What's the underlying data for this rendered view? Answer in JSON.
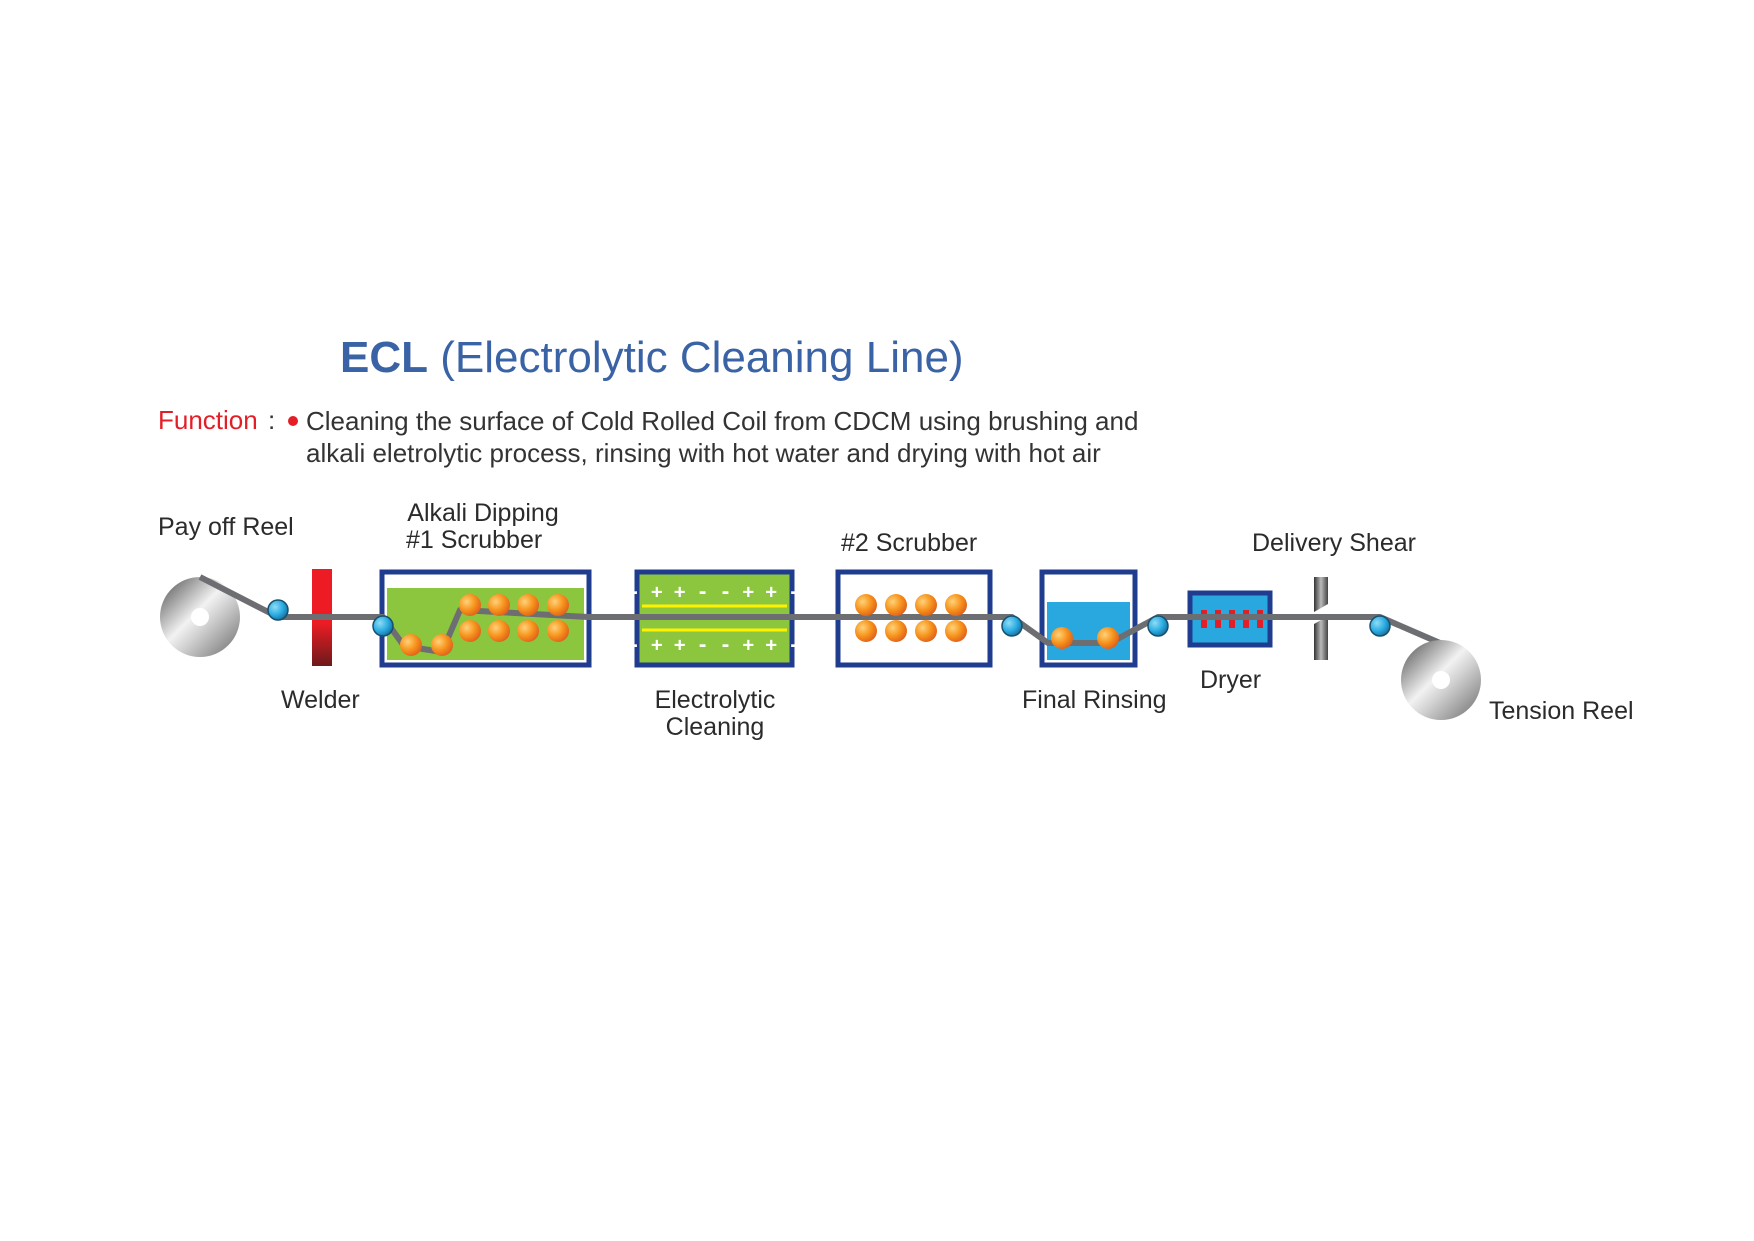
{
  "title": {
    "bold": "ECL",
    "rest": " (Electrolytic Cleaning Line)"
  },
  "function": {
    "label": "Function",
    "colon": ":",
    "line1": "Cleaning the surface of Cold Rolled Coil from CDCM using brushing and",
    "line2": "alkali eletrolytic process, rinsing with hot water and drying with hot air"
  },
  "labels": {
    "pay_off_reel": "Pay off Reel",
    "alkali_line1": "Alkali Dipping",
    "alkali_line2": "#1 Scrubber",
    "scrubber2": "#2 Scrubber",
    "delivery_shear": "Delivery Shear",
    "welder": "Welder",
    "electrolytic_line1": "Electrolytic",
    "electrolytic_line2": "Cleaning",
    "final_rinsing": "Final Rinsing",
    "dryer": "Dryer",
    "tension_reel": "Tension Reel"
  },
  "electrolytic_signs": "- + + - - + + -",
  "colors": {
    "title_blue": "#3a63a6",
    "accent_red": "#e41e26",
    "tank_border": "#1f3c8f",
    "alkali_green": "#8cc63f",
    "rinse_blue": "#29a8e0",
    "roller_orange": "#f7941d",
    "strip_gray": "#6d6e71",
    "guide_roller": "#27aae1"
  }
}
